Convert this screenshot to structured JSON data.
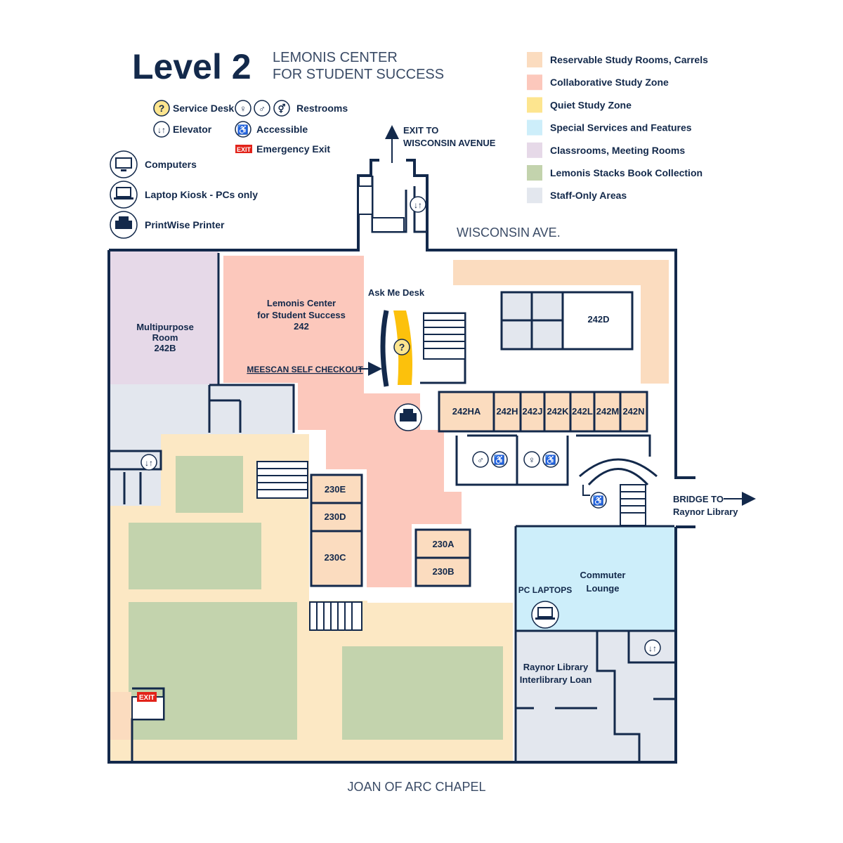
{
  "header": {
    "level": "Level 2",
    "subtitle_line1": "LEMONIS CENTER",
    "subtitle_line2": "FOR STUDENT SUCCESS"
  },
  "legend_symbols": {
    "service_desk": "Service Desk",
    "restrooms": "Restrooms",
    "elevator": "Elevator",
    "accessible": "Accessible",
    "exit_badge": "EXIT",
    "emergency_exit": "Emergency Exit",
    "computers": "Computers",
    "laptop_kiosk": "Laptop Kiosk - PCs only",
    "printer": "PrintWise Printer"
  },
  "legend_zones": [
    {
      "label": "Reservable Study Rooms, Carrels",
      "color": "#fbdcbf"
    },
    {
      "label": "Collaborative Study Zone",
      "color": "#fcc8bc"
    },
    {
      "label": "Quiet Study Zone",
      "color": "#fde58f"
    },
    {
      "label": "Special Services and Features",
      "color": "#cdeefa"
    },
    {
      "label": "Classrooms, Meeting Rooms",
      "color": "#e6d9e8"
    },
    {
      "label": "Lemonis Stacks Book Collection",
      "color": "#c3d3ad"
    },
    {
      "label": "Staff-Only Areas",
      "color": "#e3e7ee"
    }
  ],
  "streets": {
    "exit_line1": "EXIT TO",
    "exit_line2": "WISCONSIN AVENUE",
    "wisconsin": "WISCONSIN AVE.",
    "bridge_line1": "BRIDGE TO",
    "bridge_line2": "Raynor Library",
    "chapel": "JOAN OF ARC CHAPEL"
  },
  "rooms": {
    "multipurpose": [
      "Multipurpose",
      "Room",
      "242B"
    ],
    "lemonis": [
      "Lemonis Center",
      "for Student Success",
      "242"
    ],
    "ask_me": "Ask Me Desk",
    "meescan": "MEESCAN SELF CHECKOUT",
    "r242d": "242D",
    "row": [
      "242HA",
      "242H",
      "242J",
      "242K",
      "242L",
      "242M",
      "242N"
    ],
    "r230e": "230E",
    "r230d": "230D",
    "r230c": "230C",
    "r230a": "230A",
    "r230b": "230B",
    "commuter": [
      "Commuter",
      "Lounge"
    ],
    "pc_laptops": "PC LAPTOPS",
    "raynor": [
      "Raynor Library",
      "Interlibrary Loan"
    ],
    "exit_sign": "EXIT"
  },
  "colors": {
    "navy": "#13294b",
    "study_rooms": "#fbdcbf",
    "collab": "#fcc8bc",
    "quiet": "#fcc10c",
    "special": "#cdeefa",
    "classroom": "#e6d9e8",
    "stacks": "#c3d3ad",
    "staff": "#e3e7ee",
    "exit_red": "#e2231a"
  }
}
